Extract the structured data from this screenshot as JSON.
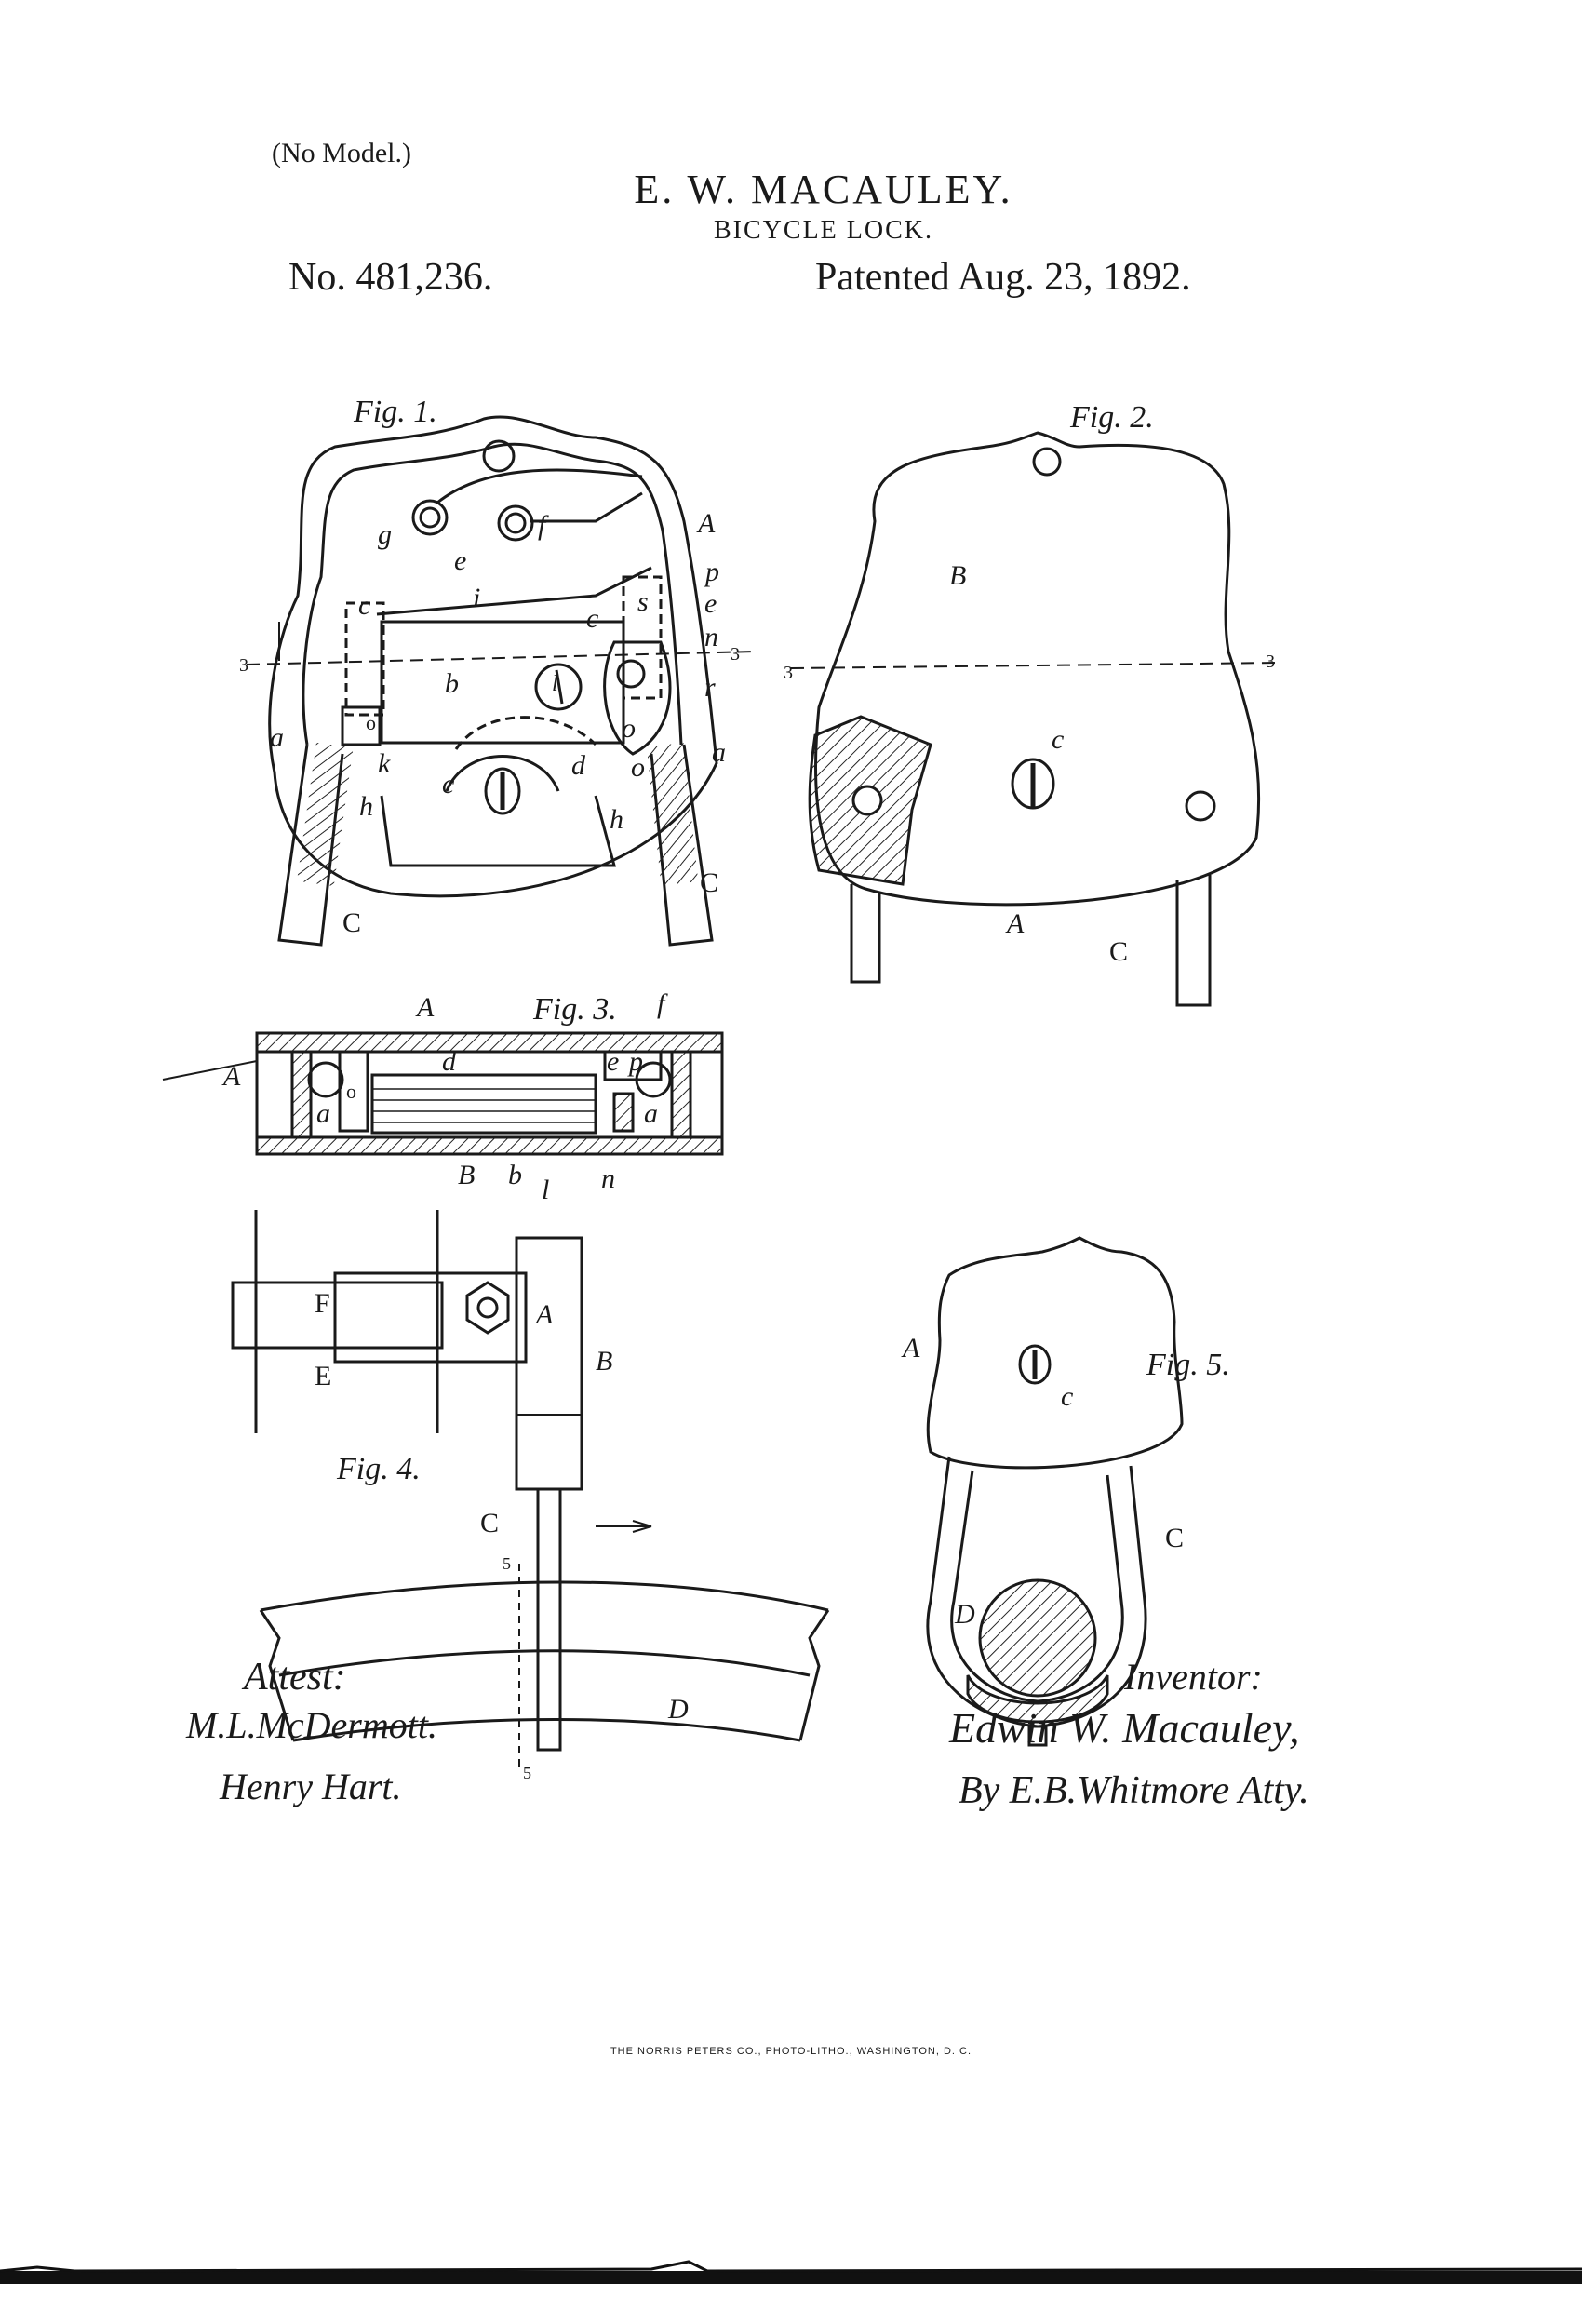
{
  "header": {
    "no_model": "(No Model.)",
    "inventor": "E. W. MACAULEY.",
    "title": "BICYCLE LOCK.",
    "patent_number": "No. 481,236.",
    "patent_date": "Patented Aug. 23, 1892."
  },
  "figures": {
    "fig1": "Fig. 1.",
    "fig2": "Fig. 2.",
    "fig3": "Fig. 3.",
    "fig4": "Fig. 4.",
    "fig5": "Fig. 5."
  },
  "reference_letters": [
    "A",
    "B",
    "C",
    "D",
    "E",
    "F",
    "a",
    "b",
    "c",
    "d",
    "e",
    "f",
    "g",
    "h",
    "i",
    "k",
    "l",
    "n",
    "o",
    "p",
    "r",
    "s",
    "3",
    "5"
  ],
  "signatures": {
    "attest_label": "Attest:",
    "witness_1": "M.L.McDermott.",
    "witness_2": "Henry Hart.",
    "inventor_label": "Inventor:",
    "inventor_signature": "Edwin W. Macauley,",
    "attorney_signature": "By E.B.Whitmore Atty."
  },
  "printer_line": "THE NORRIS PETERS CO., PHOTO-LITHO., WASHINGTON, D. C."
}
